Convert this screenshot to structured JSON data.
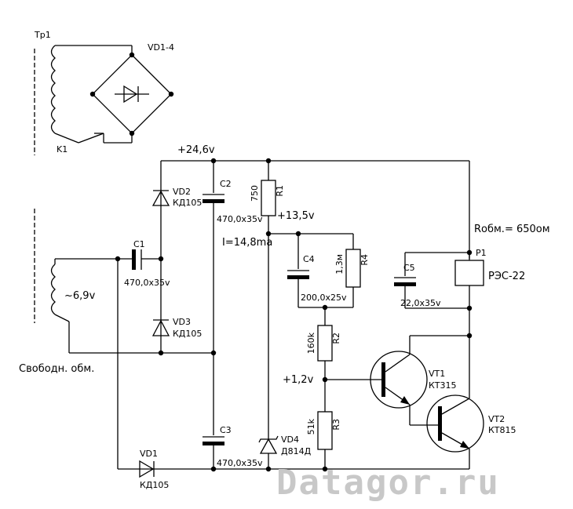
{
  "labels": {
    "tr1": "Тр1",
    "vd14": "VD1-4",
    "k1": "K1",
    "v246": "+24,6v",
    "c2": "C2",
    "c2_val": "470,0x35v",
    "vd2": "VD2",
    "vd2_type": "КД105",
    "r1": "R1",
    "r1_val": "750",
    "v135": "+13,5v",
    "robm": "Rобм.= 650ом",
    "c1": "C1",
    "c1_val": "470,0x35v",
    "i148": "I=14,8ma",
    "c4": "C4",
    "c4_val": "200,0x25v",
    "r4": "R4",
    "r4_val": "1,3м",
    "c5": "C5",
    "c5_val": "22,0x35v",
    "p1": "P1",
    "p1_type": "РЭС-22",
    "ac": "~6,9v",
    "vd3": "VD3",
    "vd3_type": "КД105",
    "r2": "R2",
    "r2_val": "160k",
    "svobod": "Свободн. обм.",
    "v12": "+1,2v",
    "vt1": "VT1",
    "vt1_type": "КТ315",
    "r3": "R3",
    "r3_val": "51k",
    "vt2": "VT2",
    "vt2_type": "КТ815",
    "c3": "C3",
    "c3_val": "470,0x35v",
    "vd4": "VD4",
    "vd4_type": "Д814Д",
    "vd1": "VD1",
    "vd1_type": "КД105"
  },
  "watermark": "Datagor.ru"
}
